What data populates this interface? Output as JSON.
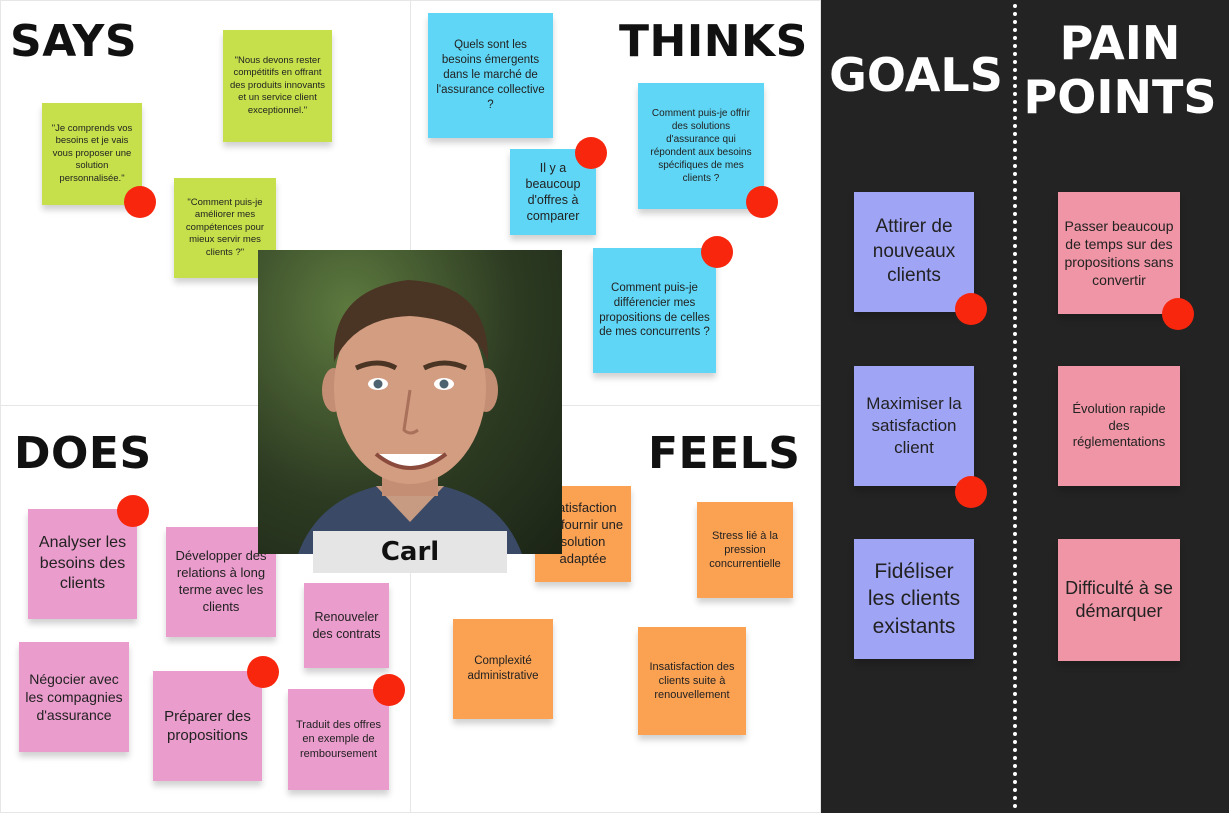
{
  "quadrants": {
    "says": "SAYS",
    "thinks": "THINKS",
    "does": "DOES",
    "feels": "FEELS"
  },
  "goals_title": "GOALS",
  "pain_title": "PAIN POINTS",
  "persona": {
    "name": "Carl"
  },
  "says_notes": [
    "\"Je comprends vos besoins et je vais vous proposer une solution personnalisée.\"",
    "\"Nous devons rester compétitifs en offrant des produits innovants et un service client exceptionnel.\"",
    "\"Comment puis-je améliorer mes compétences pour mieux servir mes clients ?\""
  ],
  "thinks_notes": [
    "Quels sont les besoins émergents dans le marché de l'assurance collective ?",
    "Il y a beaucoup d'offres à comparer",
    "Comment puis-je offrir des solutions d'assurance qui répondent aux besoins spécifiques de mes clients ?",
    "Comment puis-je différencier mes propositions de celles de mes concurrents ?"
  ],
  "does_notes": [
    "Analyser les besoins des clients",
    "Développer des relations à long terme avec les clients",
    "Renouveler des contrats",
    "Négocier avec les compagnies d'assurance",
    "Préparer des propositions",
    "Traduit des offres en exemple de remboursement"
  ],
  "feels_notes": [
    "Satisfaction de fournir une solution adaptée",
    "Stress lié à la pression concurrentielle",
    "Complexité administrative",
    "Insatisfaction des clients suite à renouvellement"
  ],
  "goals": [
    "Attirer de nouveaux clients",
    "Maximiser la satisfaction client",
    "Fidéliser les clients existants"
  ],
  "pain_points": [
    "Passer beaucoup de temps sur des propositions sans convertir",
    "Évolution rapide des réglementations",
    "Difficulté à se démarquer"
  ],
  "colors": {
    "says": "#c5e04a",
    "thinks": "#5fd6f5",
    "does": "#ea9ccc",
    "feels": "#fba152",
    "goals": "#a0a4f5",
    "pain_points": "#ef95a5",
    "dot": "#f8260d",
    "panel": "#232323"
  }
}
